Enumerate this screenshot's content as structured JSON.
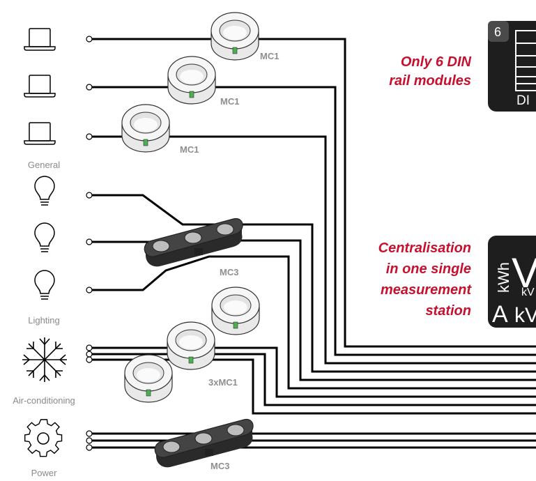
{
  "categories": [
    {
      "label": "General",
      "icon": "laptop-icon"
    },
    {
      "label": "Lighting",
      "icon": "lightbulb-icon"
    },
    {
      "label": "Air-conditioning",
      "icon": "snowflake-icon"
    },
    {
      "label": "Power",
      "icon": "gear-icon"
    }
  ],
  "sensors": {
    "mc1": "MC1",
    "mc3": "MC3",
    "three_mc1": "3xMC1"
  },
  "callouts": {
    "din_line1": "Only 6 DIN",
    "din_line2": "rail modules",
    "central_line1": "Centralisation",
    "central_line2": "in one single",
    "central_line3": "measurement",
    "central_line4": "station"
  },
  "badges": {
    "din_number": "6",
    "din_text": "DI",
    "meter_v": "V",
    "meter_a": "A",
    "meter_kwh": "kWh",
    "meter_kv": "kV",
    "meter_kv2": "kV"
  },
  "colors": {
    "accent": "#c8102e",
    "line": "#000000",
    "badge": "#1e1e1e",
    "sensor_dark": "#3a3a3a",
    "sensor_light": "#f3f3f3",
    "label_gray": "#8a8a8a"
  }
}
